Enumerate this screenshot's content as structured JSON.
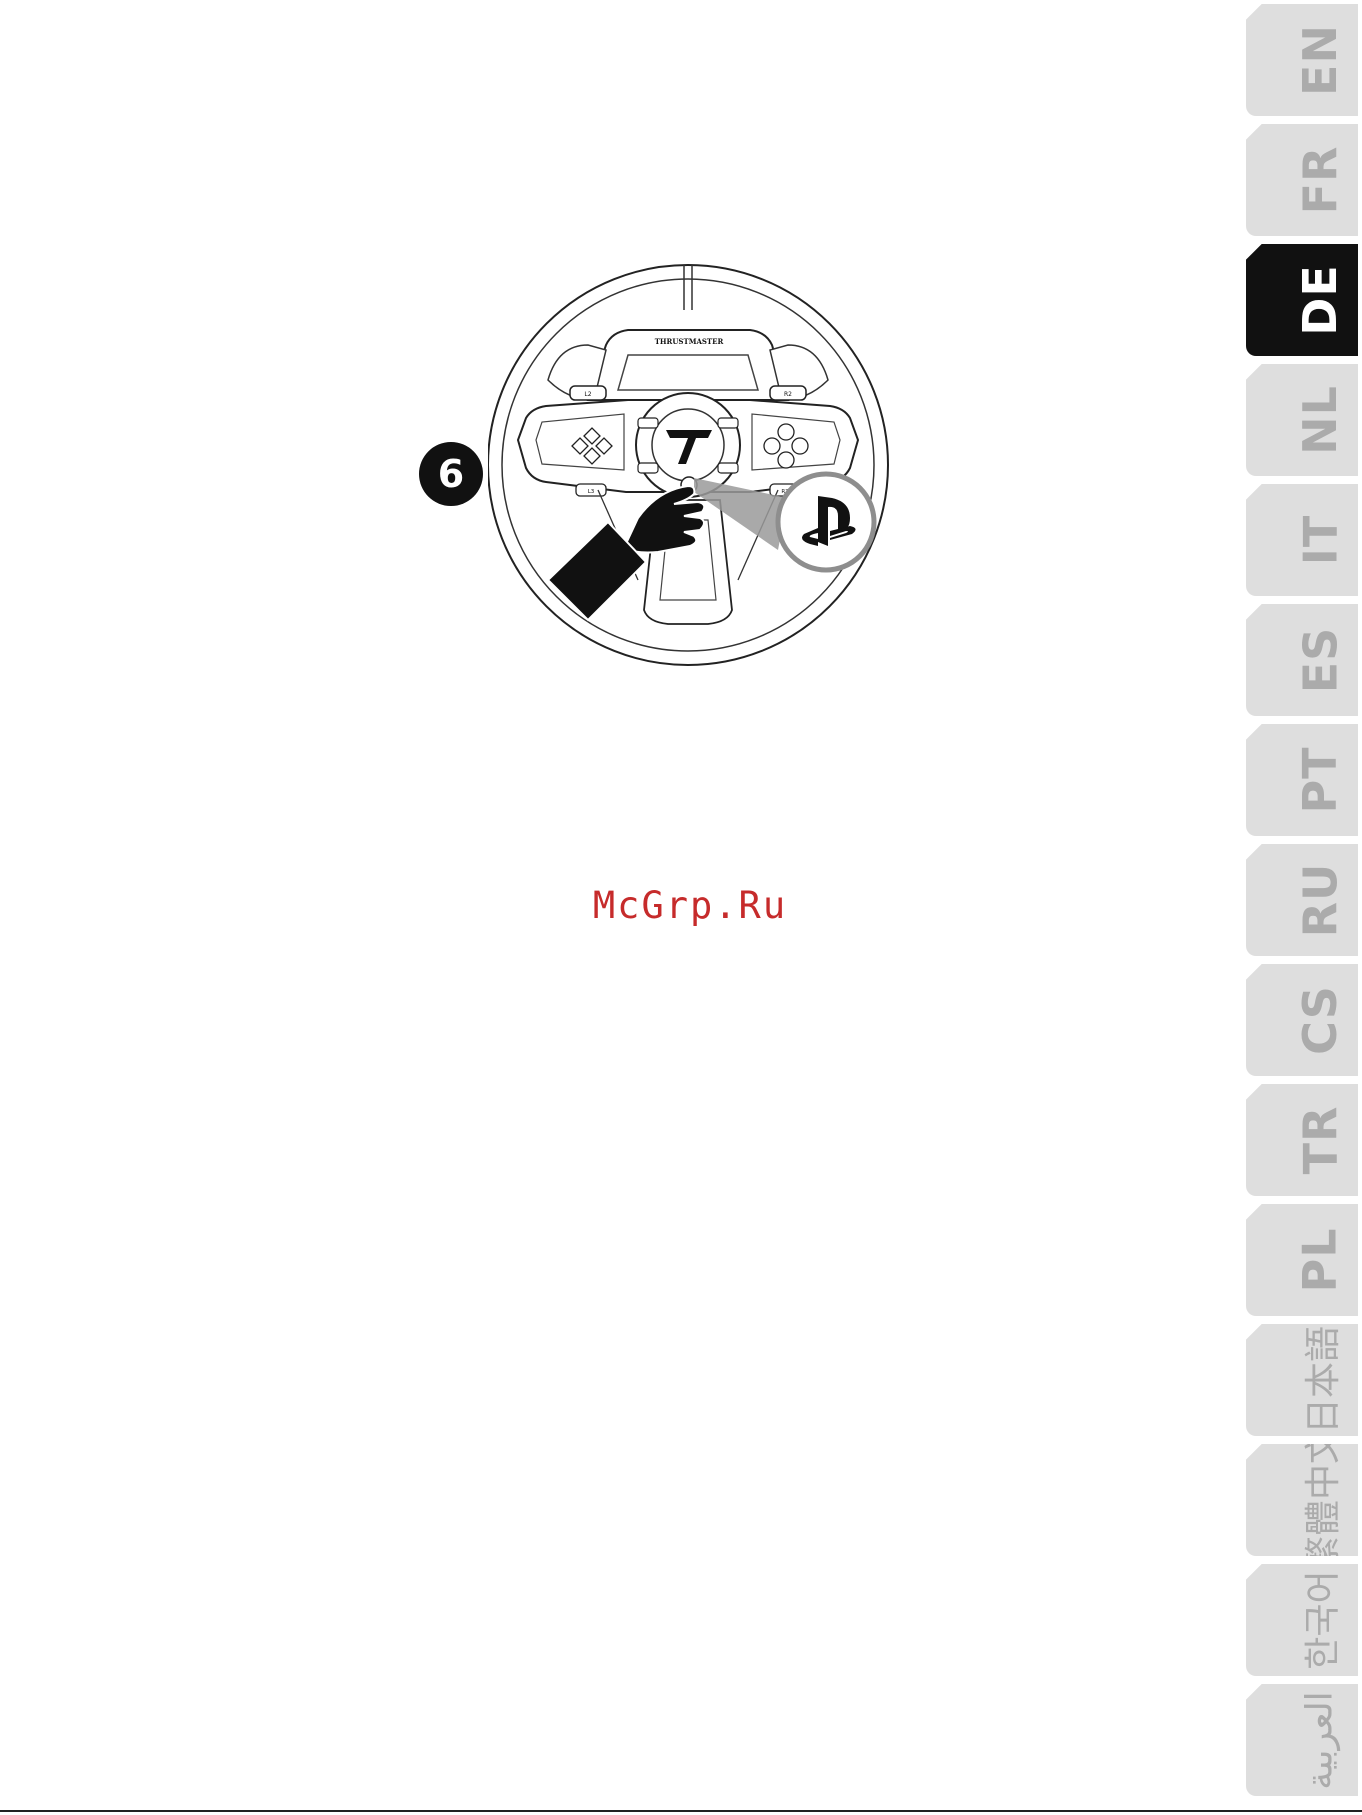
{
  "step": {
    "number": "6"
  },
  "wheel": {
    "brand_label": "THRUSTMASTER",
    "logo_text": "TM"
  },
  "watermark": {
    "text": "McGrp.Ru"
  },
  "language_tabs": [
    {
      "label": "EN",
      "active": false
    },
    {
      "label": "FR",
      "active": false
    },
    {
      "label": "DE",
      "active": true
    },
    {
      "label": "NL",
      "active": false
    },
    {
      "label": "IT",
      "active": false
    },
    {
      "label": "ES",
      "active": false
    },
    {
      "label": "PT",
      "active": false
    },
    {
      "label": "RU",
      "active": false
    },
    {
      "label": "CS",
      "active": false
    },
    {
      "label": "TR",
      "active": false
    },
    {
      "label": "PL",
      "active": false
    },
    {
      "label": "日本語",
      "active": false
    },
    {
      "label": "繁體中文",
      "active": false
    },
    {
      "label": "한국어",
      "active": false
    },
    {
      "label": "العربية",
      "active": false
    }
  ],
  "colors": {
    "active_tab": "#111111",
    "inactive_tab": "#dedede",
    "inactive_text": "#ababab",
    "watermark": "#c62b2b"
  }
}
